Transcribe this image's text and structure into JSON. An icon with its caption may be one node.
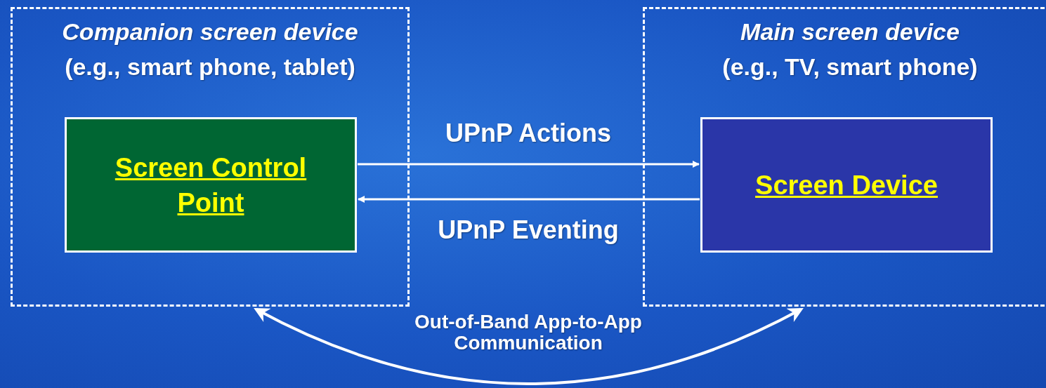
{
  "diagram": {
    "nodes": [
      {
        "text": [
          "Companion screen device",
          "(e.g., smart phone, tablet)"
        ]
      },
      {
        "text": [
          "Screen Control Point"
        ],
        "in": 0
      },
      {
        "text": [
          "Main screen device",
          "(e.g., TV, smart phone)"
        ]
      },
      {
        "text": [
          "Screen Device"
        ],
        "in": 2
      }
    ],
    "edges": [
      {
        "from": 1,
        "to": 3,
        "arrow": "to",
        "label": "UPnP Actions"
      },
      {
        "from": 3,
        "to": 1,
        "arrow": "to",
        "label": "UPnP Eventing"
      },
      {
        "from": 0,
        "to": 2,
        "arrow": "both",
        "label": "Out-of-Band App-to-App Communication"
      }
    ]
  }
}
